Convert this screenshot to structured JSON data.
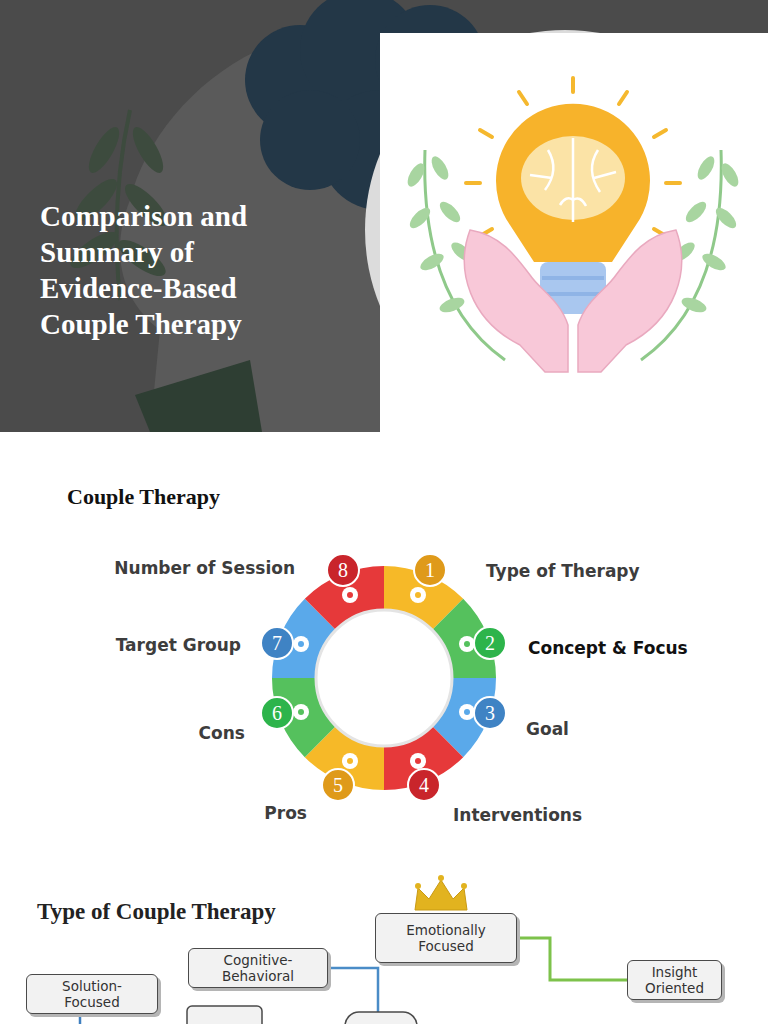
{
  "diagram": {
    "title": "Comparison and Summary of Evidence-Based Couple Therapy",
    "nodes": [
      {
        "text": [
          "1",
          "Type of Therapy"
        ]
      },
      {
        "text": [
          "2",
          "Concept & Focus"
        ]
      },
      {
        "text": [
          "3",
          "Goal"
        ]
      },
      {
        "text": [
          "4",
          "Interventions"
        ]
      },
      {
        "text": [
          "5",
          "Pros"
        ]
      },
      {
        "text": [
          "6",
          "Cons"
        ]
      },
      {
        "text": [
          "7",
          "Target Group"
        ]
      },
      {
        "text": [
          "8",
          "Number of Session"
        ]
      },
      {
        "text": [
          "Emotionally Focused"
        ]
      },
      {
        "text": [
          "Insight Oriented"
        ]
      },
      {
        "text": [
          "Cognitive-Behavioral"
        ]
      },
      {
        "text": [
          "Solution-Focused"
        ]
      }
    ],
    "edges": [
      {
        "from": 8,
        "to": 9,
        "arrow": "none"
      }
    ],
    "labels": [
      "Couple Therapy",
      "Type of Couple Therapy"
    ]
  }
}
